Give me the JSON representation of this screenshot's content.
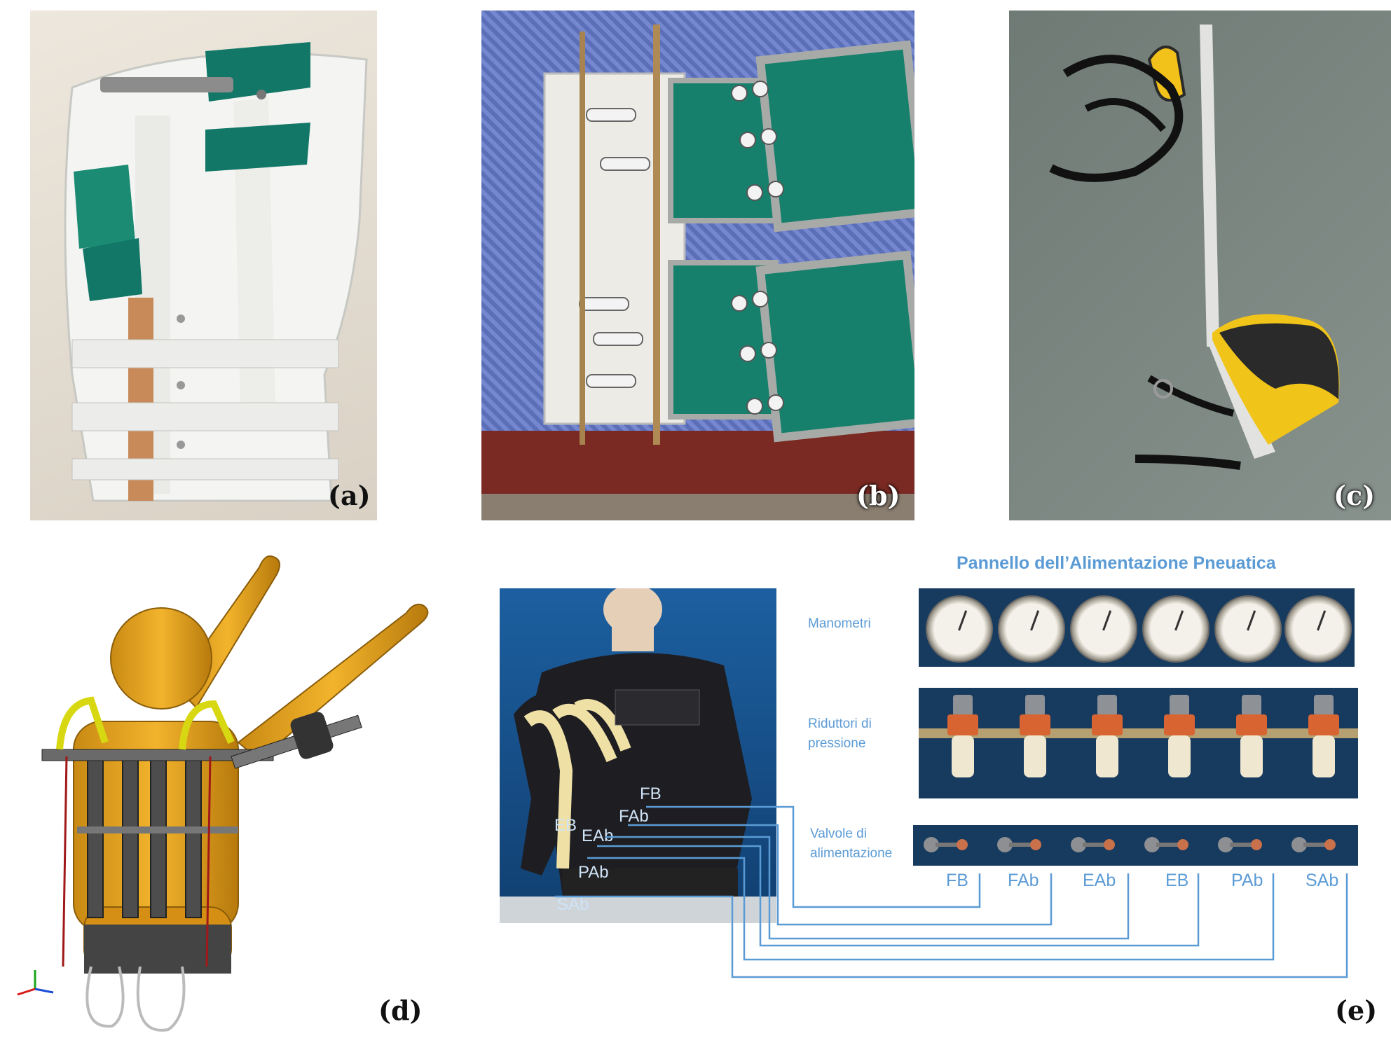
{
  "figure": {
    "panels": {
      "a": {
        "label": "(a)"
      },
      "b": {
        "label": "(b)"
      },
      "c": {
        "label": "(c)"
      },
      "d": {
        "label": "(d)"
      },
      "e": {
        "label": "(e)"
      }
    },
    "panel_e": {
      "title": "Pannello dell’Alimentazione Pneuatica",
      "rows": {
        "gauges": "Manometri",
        "regulators_line1": "Riduttori di",
        "regulators_line2": "pressione",
        "valves_line1": "Valvole di",
        "valves_line2": "alimentazione"
      },
      "hose_labels": [
        "FB",
        "FAb",
        "EB",
        "EAb",
        "PAb",
        "SAb"
      ],
      "valve_labels": [
        "FB",
        "FAb",
        "EAb",
        "EB",
        "PAb",
        "SAb"
      ],
      "colors": {
        "title": "#5b9bd5",
        "lines": "#5b9bd5"
      }
    }
  }
}
